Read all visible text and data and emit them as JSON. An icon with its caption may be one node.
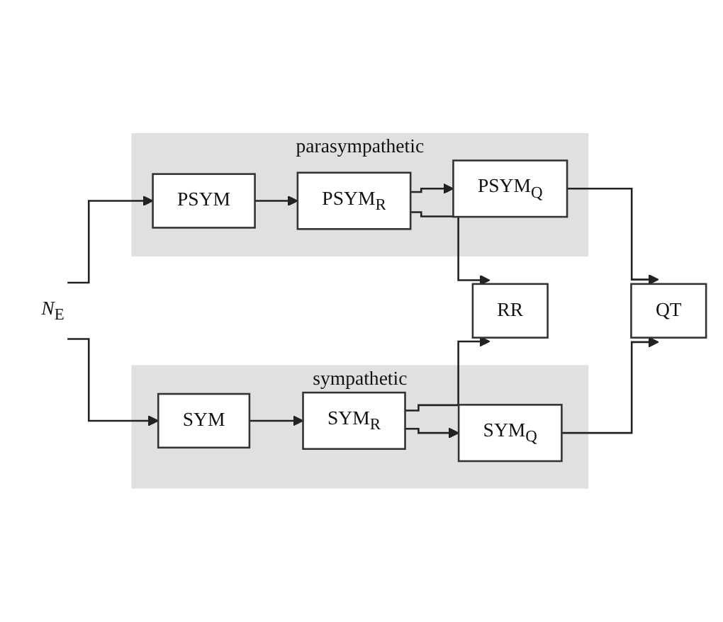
{
  "diagram": {
    "nodes": [
      {
        "text": [
          "parasympathetic"
        ]
      },
      {
        "text": [
          "PSYM"
        ],
        "in": 0
      },
      {
        "text": [
          "PSYM$_{R}$"
        ],
        "in": 0
      },
      {
        "text": [
          "PSYM$_{Q}$"
        ],
        "in": 0
      },
      {
        "text": [
          "RR"
        ]
      },
      {
        "text": [
          "*N*$_{E}$"
        ]
      },
      {
        "text": [
          "sympathetic"
        ]
      },
      {
        "text": [
          "SYM"
        ],
        "in": 6
      },
      {
        "text": [
          "SYM$_{R}$"
        ],
        "in": 6
      },
      {
        "text": [
          "SYM$_{Q}$"
        ],
        "in": 6
      },
      {
        "text": [
          "QT"
        ]
      }
    ],
    "edges": [
      {
        "from": 5,
        "to": 1,
        "arrow": "to"
      },
      {
        "from": 5,
        "to": 7,
        "arrow": "to"
      },
      {
        "from": 1,
        "to": 2,
        "arrow": "to"
      },
      {
        "from": 2,
        "to": 3,
        "arrow": "to"
      },
      {
        "from": 2,
        "to": 4,
        "arrow": "to"
      },
      {
        "from": 3,
        "to": 10,
        "arrow": "to"
      },
      {
        "from": 7,
        "to": 8,
        "arrow": "to"
      },
      {
        "from": 8,
        "to": 9,
        "arrow": "to"
      },
      {
        "from": 8,
        "to": 4,
        "arrow": "to"
      },
      {
        "from": 9,
        "to": 10,
        "arrow": "to"
      }
    ]
  }
}
